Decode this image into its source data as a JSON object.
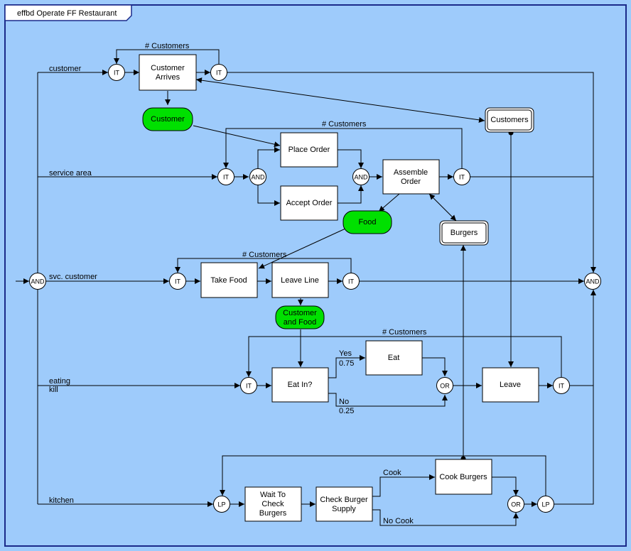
{
  "diagram": {
    "title": "effbd Operate FF Restaurant",
    "colors": {
      "background": "#9ecbfb",
      "frame": "#1b2a8a",
      "item_fill": "#00e000",
      "box_fill": "#ffffff",
      "line": "#000000"
    },
    "branch_labels": {
      "customer": "customer",
      "service_area": "service area",
      "svc_customer": "svc. customer",
      "eating": "eating",
      "kill": "kill",
      "kitchen": "kitchen"
    },
    "functions": {
      "customer_arrives": "Customer Arrives",
      "place_order": "Place Order",
      "accept_order": "Accept Order",
      "assemble_order": "Assemble Order",
      "take_food": "Take Food",
      "leave_line": "Leave Line",
      "eat_in": "Eat In?",
      "eat": "Eat",
      "leave": "Leave",
      "wait_to_check": "Wait To Check Burgers",
      "check_burger_supply": "Check Burger Supply",
      "cook_burgers": "Cook Burgers"
    },
    "items": {
      "customer": "Customer",
      "food": "Food",
      "customer_and_food": "Customer and Food"
    },
    "resources": {
      "customers": "Customers",
      "burgers": "Burgers"
    },
    "nodes": {
      "it": "IT",
      "and": "AND",
      "or": "OR",
      "lp": "LP"
    },
    "loop_labels": {
      "customers_1": "# Customers",
      "customers_2": "# Customers",
      "customers_3": "# Customers",
      "customers_4": "# Customers"
    },
    "edge_labels": {
      "yes": "Yes",
      "yes_prob": "0.75",
      "no": "No",
      "no_prob": "0.25",
      "cook": "Cook",
      "no_cook": "No Cook"
    }
  }
}
